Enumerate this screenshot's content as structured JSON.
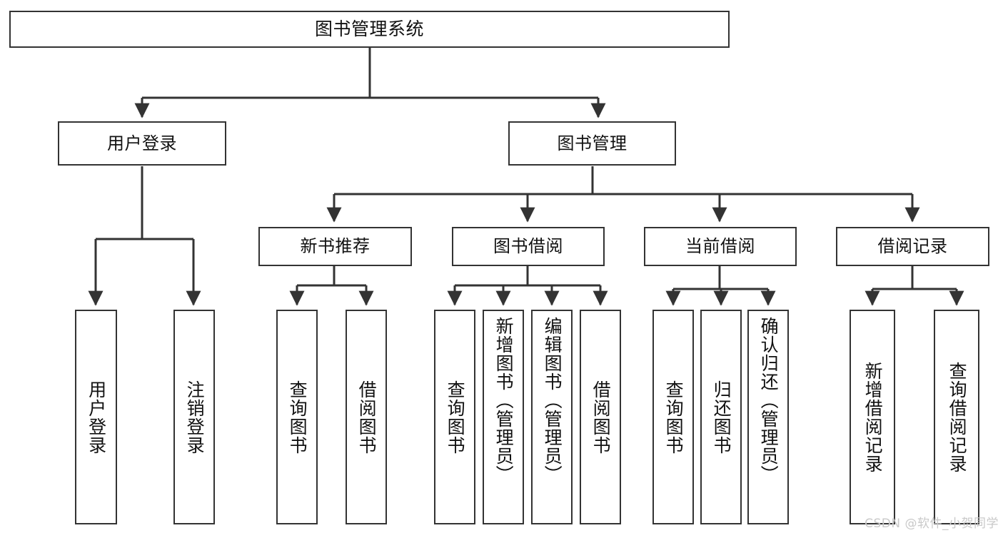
{
  "diagram": {
    "type": "hierarchy-tree",
    "title": "图书管理系统",
    "watermark": "CSDN @软件_小贺同学",
    "colors": {
      "box_border": "#333333",
      "box_fill": "#ffffff",
      "edge": "#333333",
      "text": "#111111",
      "watermark": "#c9c9c9",
      "background": "#ffffff"
    },
    "nodes": {
      "root": {
        "label": "图书管理系统"
      },
      "level1": [
        {
          "id": "user-login",
          "label": "用户登录"
        },
        {
          "id": "book-management",
          "label": "图书管理"
        }
      ],
      "level2": [
        {
          "id": "new-book-recommend",
          "label": "新书推荐"
        },
        {
          "id": "book-borrow",
          "label": "图书借阅"
        },
        {
          "id": "current-borrow",
          "label": "当前借阅"
        },
        {
          "id": "borrow-record",
          "label": "借阅记录"
        }
      ],
      "leaves": {
        "user_login": [
          {
            "id": "leaf-user-login",
            "label": "用户登录"
          },
          {
            "id": "leaf-logout-login",
            "label": "注销登录"
          }
        ],
        "new_book_recommend": [
          {
            "id": "leaf-query-book-1",
            "label": "查询图书"
          },
          {
            "id": "leaf-borrow-book-1",
            "label": "借阅图书"
          }
        ],
        "book_borrow": [
          {
            "id": "leaf-query-book-2",
            "label": "查询图书"
          },
          {
            "id": "leaf-add-book",
            "label": "新增图书（管理员）"
          },
          {
            "id": "leaf-edit-book",
            "label": "编辑图书（管理员）"
          },
          {
            "id": "leaf-borrow-book-2",
            "label": "借阅图书"
          }
        ],
        "current_borrow": [
          {
            "id": "leaf-query-book-3",
            "label": "查询图书"
          },
          {
            "id": "leaf-return-book",
            "label": "归还图书"
          },
          {
            "id": "leaf-confirm-return",
            "label": "确认归还（管理员）"
          }
        ],
        "borrow_record": [
          {
            "id": "leaf-add-record",
            "label": "新增借阅记录"
          },
          {
            "id": "leaf-query-record",
            "label": "查询借阅记录"
          }
        ]
      }
    }
  }
}
